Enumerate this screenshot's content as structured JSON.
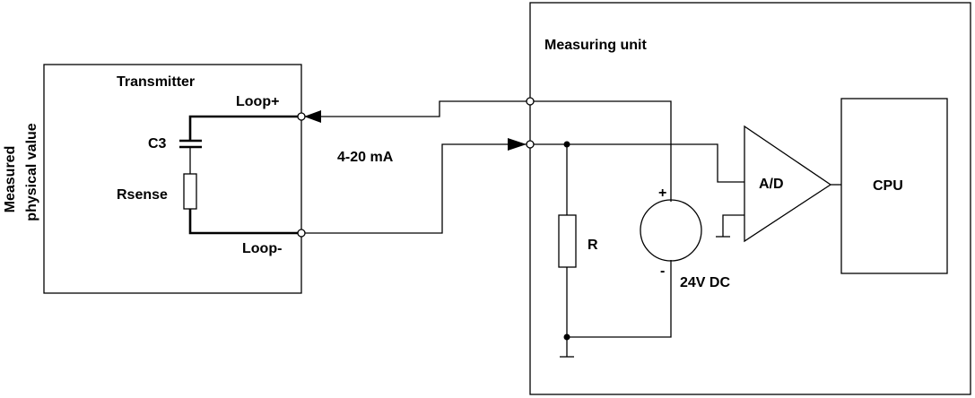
{
  "transmitter": {
    "title": "Transmitter",
    "loop_plus": "Loop+",
    "loop_minus": "Loop-",
    "capacitor": "C3",
    "resistor": "Rsense"
  },
  "measured_value": {
    "line1": "Measured",
    "line2": "physical value"
  },
  "loop_current": "4-20 mA",
  "measuring_unit": {
    "title": "Measuring unit",
    "resistor": "R",
    "supply": "24V DC",
    "supply_plus": "+",
    "supply_minus": "-",
    "adc": "A/D",
    "cpu": "CPU"
  }
}
